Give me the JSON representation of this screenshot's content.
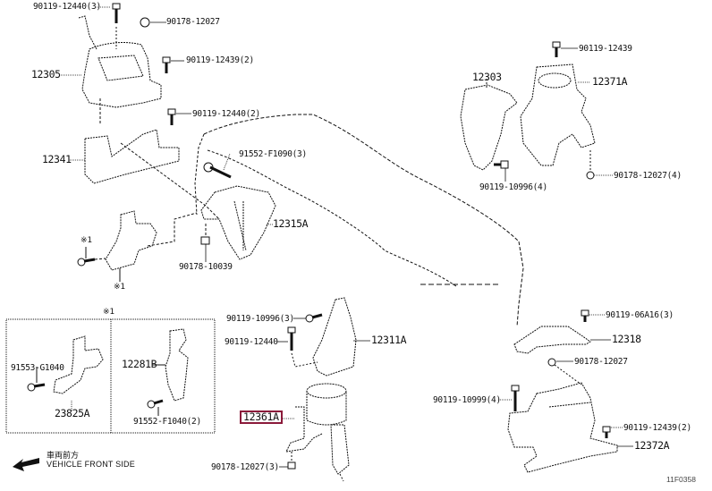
{
  "diagram": {
    "title": "Engine Mounting Parts Diagram",
    "illustration_code": "11F0358",
    "highlighted_part": "12361A",
    "highlight_color": "#8b1a3a",
    "direction_indicator": {
      "label_jp": "車両前方",
      "label_en": "VEHICLE FRONT SIDE",
      "icon": "arrow-left-icon"
    },
    "inset": {
      "marker": "※1",
      "left_panel": {
        "parts": [
          "91553-G1040",
          "23825A"
        ]
      },
      "right_panel": {
        "parts": [
          "12281B",
          "91552-F1040(2)"
        ]
      }
    },
    "markers": {
      "note1": "※1",
      "note1b": "※1"
    },
    "labels": {
      "p90119_12440_3": "90119-12440(3)",
      "p90178_12027_a": "90178-12027",
      "p12305": "12305",
      "p90119_12439_2_a": "90119-12439(2)",
      "p90119_12440_2": "90119-12440(2)",
      "p12341": "12341",
      "p91552_F1090_3": "91552-F1090(3)",
      "p12315A": "12315A",
      "p90178_10039": "90178-10039",
      "p90119_12439": "90119-12439",
      "p12303": "12303",
      "p12371A": "12371A",
      "p90119_10996_4": "90119-10996(4)",
      "p90178_12027_4": "90178-12027(4)",
      "p90119_10996_3": "90119-10996(3)",
      "p90119_12440": "90119-12440",
      "p12311A": "12311A",
      "p12361A": "12361A",
      "p90178_12027_3": "90178-12027(3)",
      "p90119_06A16_3": "90119-06A16(3)",
      "p12318": "12318",
      "p90178_12027_b": "90178-12027",
      "p90119_10999_4": "90119-10999(4)",
      "p90119_12439_2_b": "90119-12439(2)",
      "p12372A": "12372A",
      "p91553_G1040": "91553-G1040",
      "p23825A": "23825A",
      "p12281B": "12281B",
      "p91552_F1040_2": "91552-F1040(2)"
    }
  }
}
